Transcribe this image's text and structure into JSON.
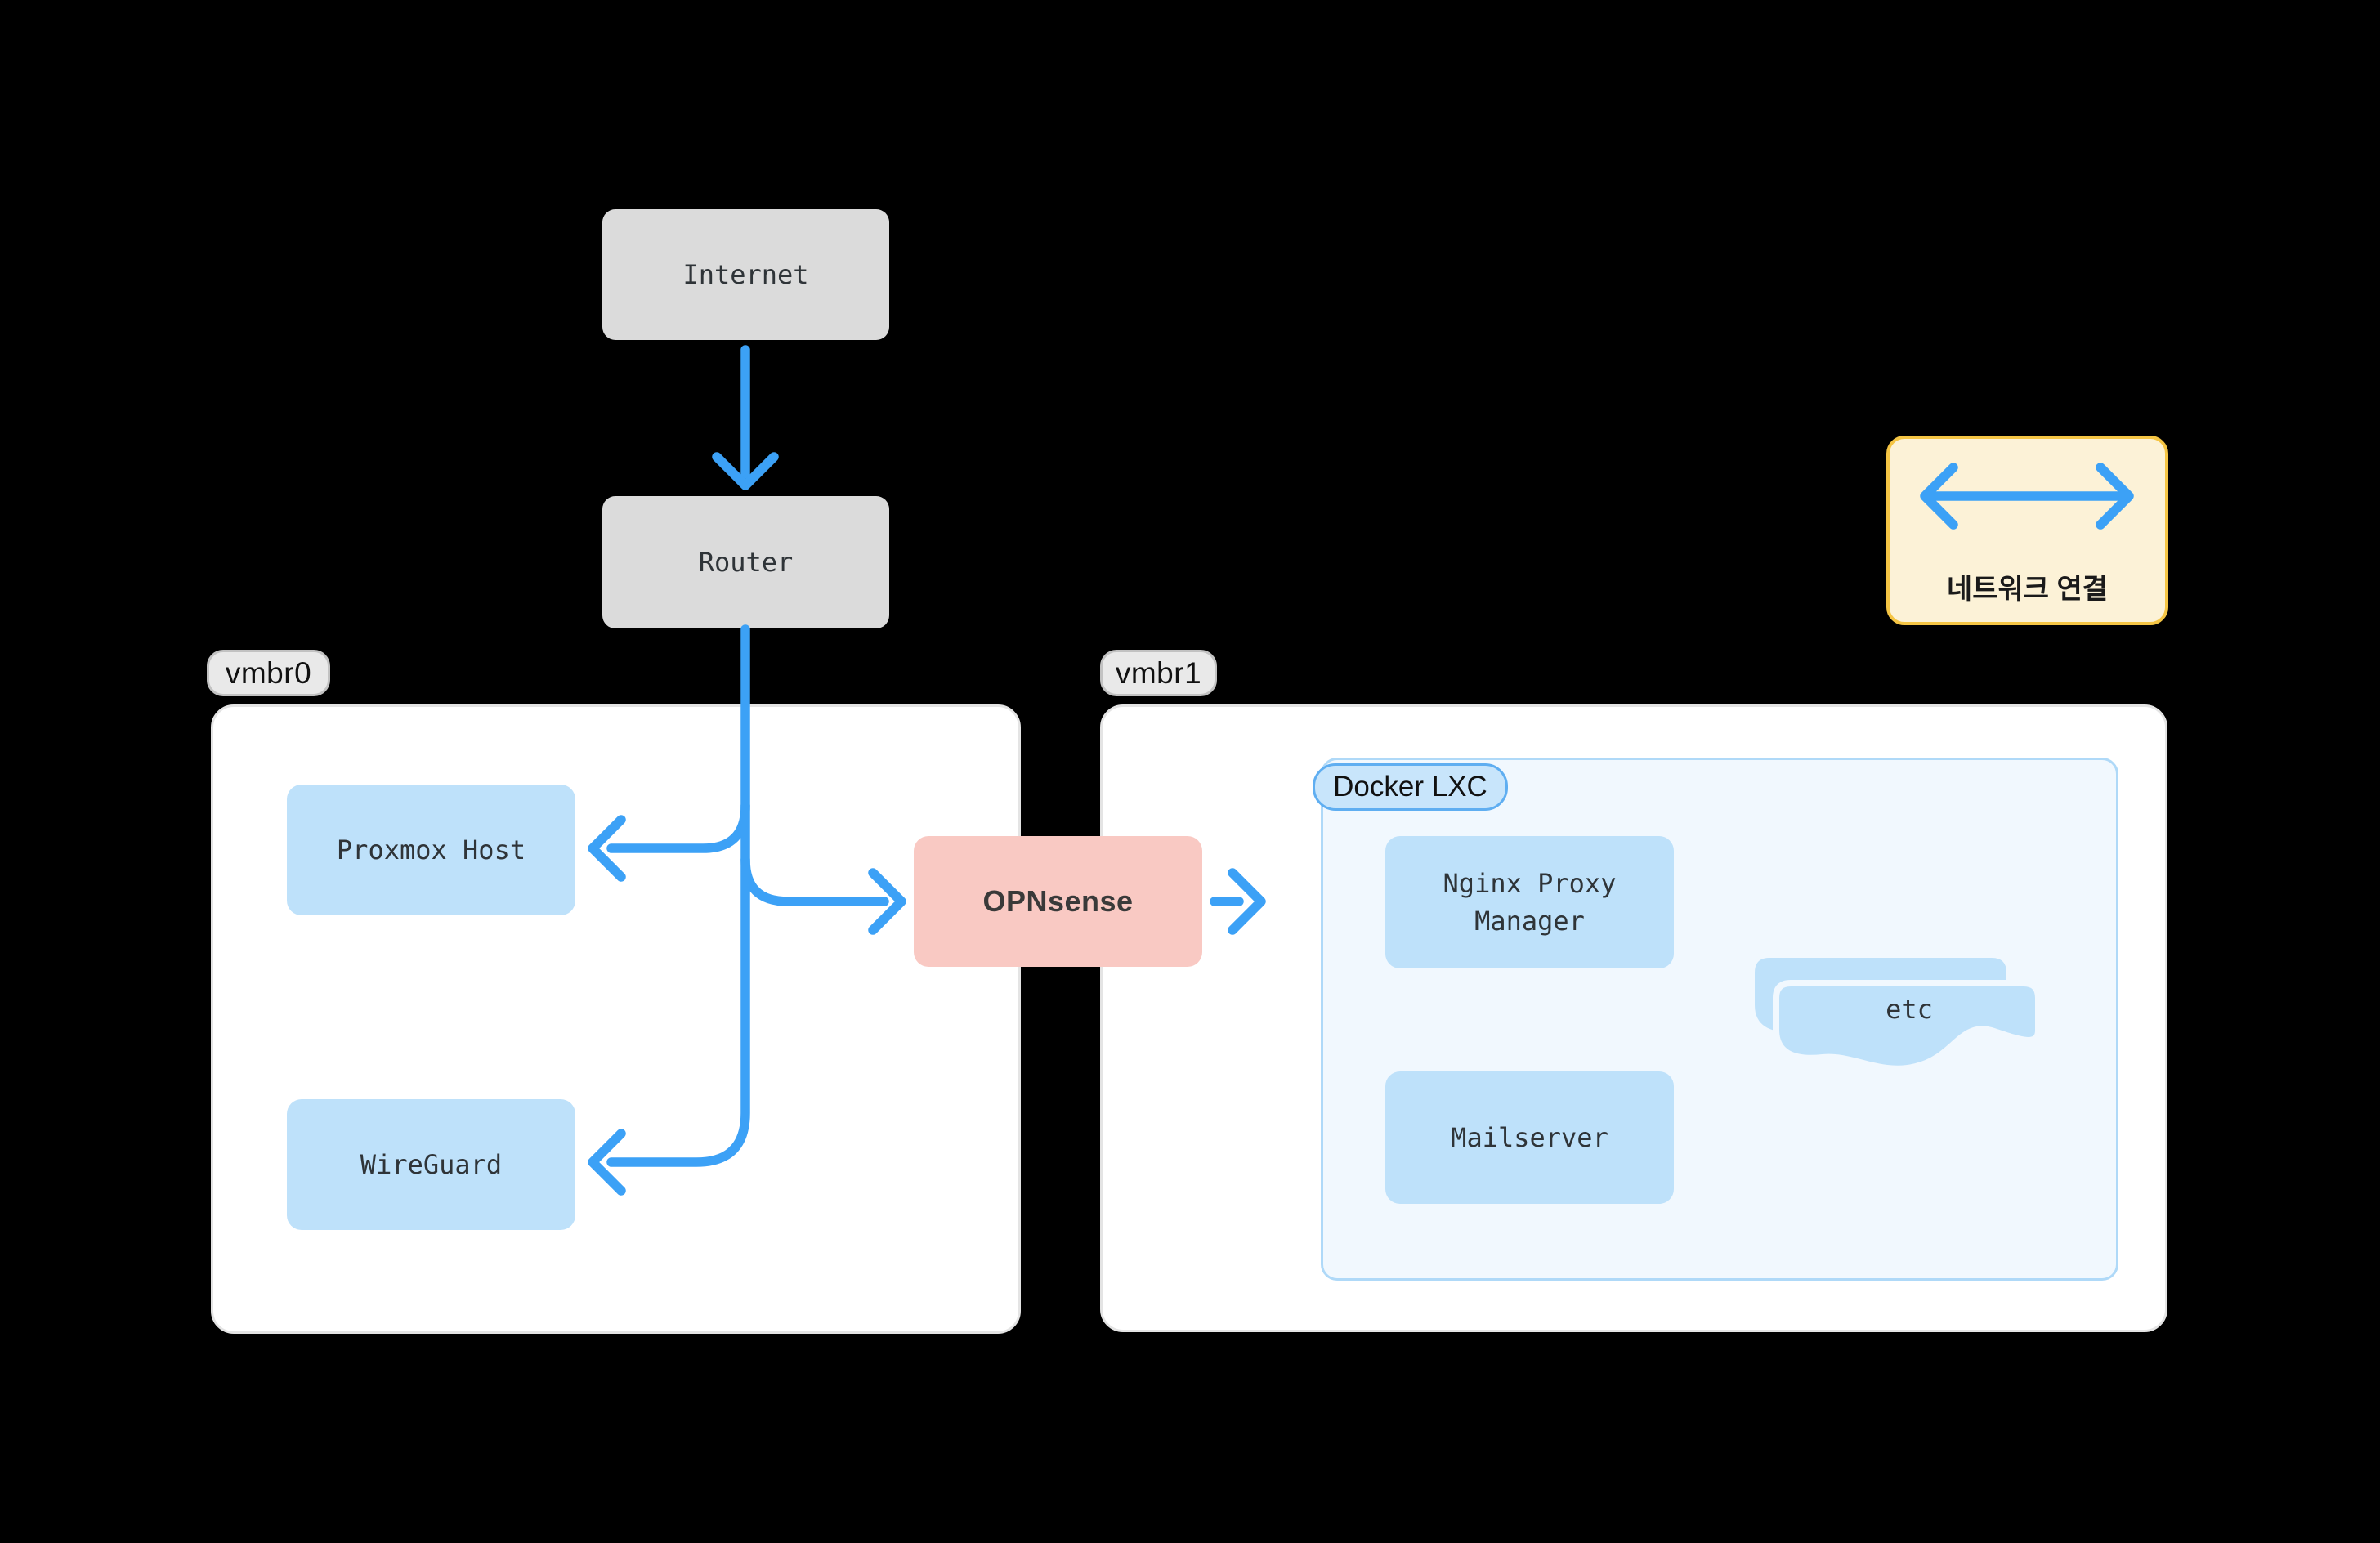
{
  "diagram": {
    "nodes": {
      "internet": {
        "label": "Internet"
      },
      "router": {
        "label": "Router"
      },
      "proxmox_host": {
        "label": "Proxmox Host"
      },
      "wireguard": {
        "label": "WireGuard"
      },
      "opnsense": {
        "label": "OPNsense"
      },
      "nginx_proxy_manager": {
        "label": "Nginx Proxy Manager"
      },
      "mailserver": {
        "label": "Mailserver"
      },
      "etc_documents": {
        "label": "etc"
      }
    },
    "groups": {
      "vmbr0": {
        "label": "vmbr0"
      },
      "vmbr1": {
        "label": "vmbr1"
      },
      "docker_lxc": {
        "label": "Docker LXC"
      }
    },
    "legend": {
      "label": "네트워크 연결",
      "icon": "double-headed-arrow"
    },
    "colors": {
      "background": "#000000",
      "arrow_blue": "#3CA1F6",
      "node_blue_fill": "#BEE1FA",
      "node_gray_fill": "#DBDBDB",
      "node_pink_fill": "#F9C9C3",
      "container_fill": "#FFFFFF",
      "container_border": "#E4E4E4",
      "docker_container_fill": "#F1F8FE",
      "docker_container_border": "#AFD9F8",
      "docker_badge_fill": "#C8E5FB",
      "docker_badge_border": "#5FAEF1",
      "badge_gray_fill": "#E9E9E9",
      "badge_gray_border": "#C2C2C2",
      "legend_fill": "#FCF2D7",
      "legend_border": "#F5C544",
      "text_dark": "#2F3438"
    }
  }
}
